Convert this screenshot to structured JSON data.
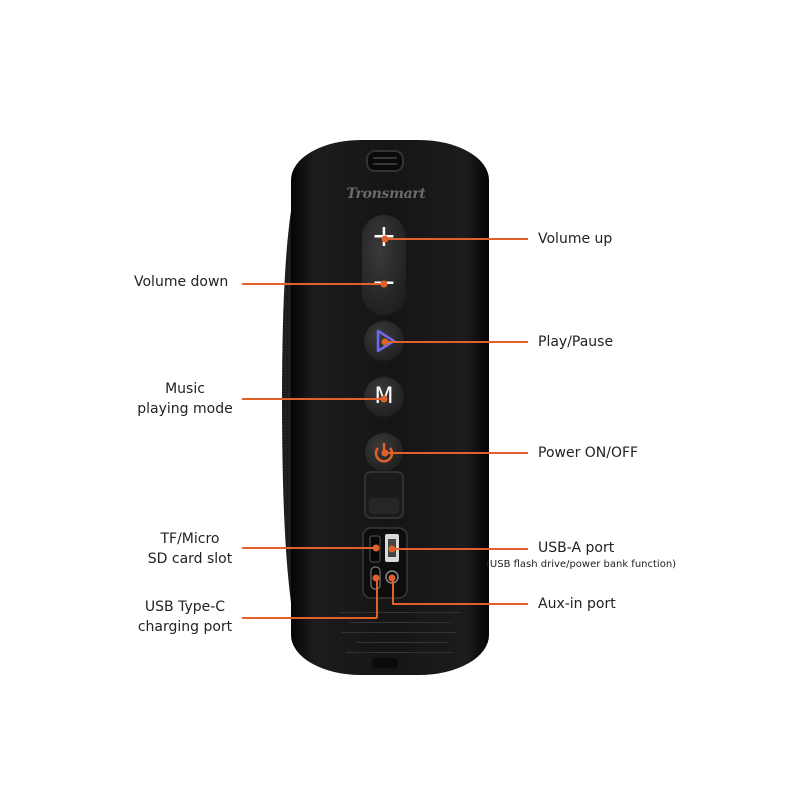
{
  "brand": "Tronsmart",
  "colors": {
    "leader": "#e0622a",
    "body": "#141414",
    "button": "#2a2a2a",
    "text": "#222222"
  },
  "callouts": {
    "volume_up": "Volume up",
    "volume_down": "Volume down",
    "play_pause": "Play/Pause",
    "music_mode_line1": "Music",
    "music_mode_line2": "playing mode",
    "power": "Power ON/OFF",
    "tf_line1": "TF/Micro",
    "tf_line2": "SD card slot",
    "usb_a": "USB-A port",
    "usb_a_note": "(USB flash drive/power bank function)",
    "usb_c_line1": "USB Type-C",
    "usb_c_line2": "charging port",
    "aux": "Aux-in port"
  },
  "buttons": {
    "plus": "+",
    "minus": "−",
    "mode": "M"
  }
}
